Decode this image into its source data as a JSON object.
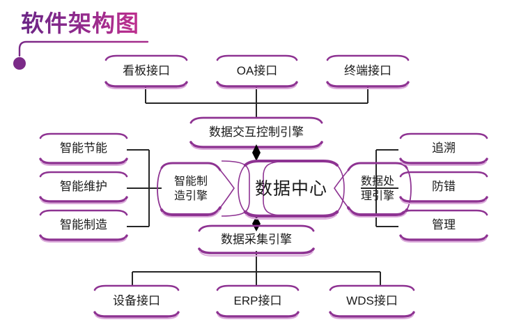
{
  "meta": {
    "title": "软件架构图",
    "accent_dark": "#6a2585",
    "accent_mid": "#8e3392",
    "accent_pink": "#bf2f8e",
    "accent_light": "#d9a7d9",
    "connector_color": "#262626",
    "background": "#ffffff"
  },
  "header": {
    "title": "软件架构图",
    "decoration": "rule-with-dot"
  },
  "diagram": {
    "type": "software-architecture",
    "top_interfaces": [
      {
        "id": "kanban",
        "label": "看板接口"
      },
      {
        "id": "oa",
        "label": "OA接口"
      },
      {
        "id": "terminal",
        "label": "终端接口"
      }
    ],
    "top_engine": {
      "id": "exchange-engine",
      "label": "数据交互控制引擎"
    },
    "core": {
      "id": "data-center",
      "label": "数据中心"
    },
    "left_engine": {
      "id": "smart-manufacturing-engine",
      "label": "智能制\n造引擎"
    },
    "right_engine": {
      "id": "data-processing-engine",
      "label": "数据处\n理引擎"
    },
    "left_modules": [
      {
        "id": "smart-energy-saving",
        "label": "智能节能"
      },
      {
        "id": "smart-maintenance",
        "label": "智能维护"
      },
      {
        "id": "smart-manufacturing",
        "label": "智能制造"
      }
    ],
    "right_modules": [
      {
        "id": "traceability",
        "label": "追溯"
      },
      {
        "id": "error-proofing",
        "label": "防错"
      },
      {
        "id": "management",
        "label": "管理"
      }
    ],
    "bottom_engine": {
      "id": "collection-engine",
      "label": "数据采集引擎"
    },
    "bottom_interfaces": [
      {
        "id": "device",
        "label": "设备接口"
      },
      {
        "id": "erp",
        "label": "ERP接口"
      },
      {
        "id": "wds",
        "label": "WDS接口"
      }
    ],
    "connectors": {
      "top_arrow": "diamond-down",
      "bottom_arrow": "diamond-up"
    }
  }
}
